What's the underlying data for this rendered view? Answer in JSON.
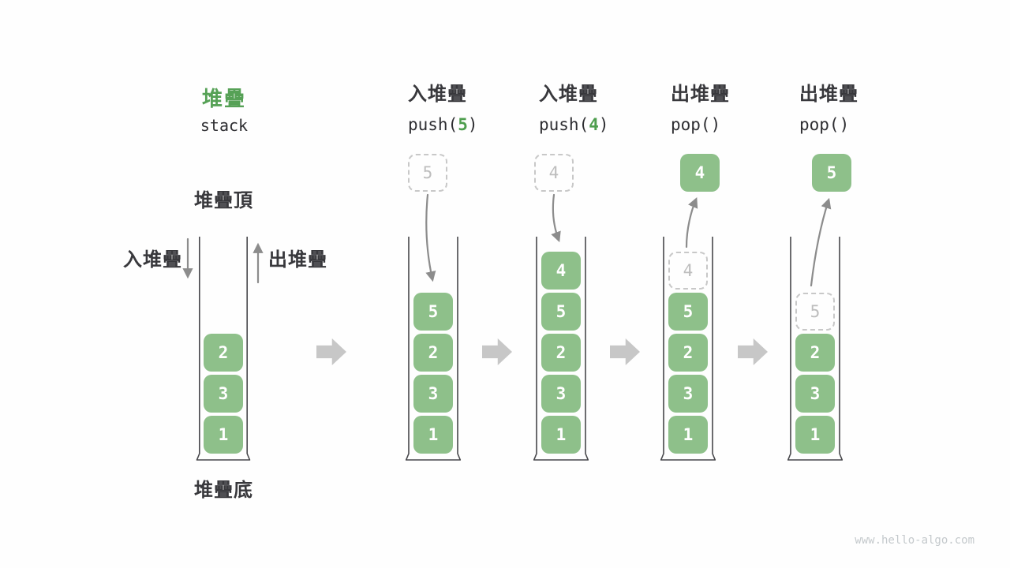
{
  "title": {
    "zh": "堆疊",
    "en": "stack"
  },
  "labels": {
    "stack_top": "堆疊頂",
    "stack_bottom": "堆疊底",
    "push_side": "入堆疊",
    "pop_side": "出堆疊"
  },
  "columns": [
    {
      "id": "initial",
      "title_zh": "堆疊",
      "title_en": "stack",
      "cells": [
        {
          "v": "2"
        },
        {
          "v": "3"
        },
        {
          "v": "1"
        }
      ]
    },
    {
      "id": "push-5",
      "header": "入堆疊",
      "code_pre": "push(",
      "code_arg": "5",
      "code_post": ")",
      "floating": {
        "v": "5",
        "variant": "dashed"
      },
      "cells": [
        {
          "v": "5"
        },
        {
          "v": "2"
        },
        {
          "v": "3"
        },
        {
          "v": "1"
        }
      ]
    },
    {
      "id": "push-4",
      "header": "入堆疊",
      "code_pre": "push(",
      "code_arg": "4",
      "code_post": ")",
      "floating": {
        "v": "4",
        "variant": "dashed"
      },
      "cells": [
        {
          "v": "4"
        },
        {
          "v": "5"
        },
        {
          "v": "2"
        },
        {
          "v": "3"
        },
        {
          "v": "1"
        }
      ]
    },
    {
      "id": "pop-first",
      "header": "出堆疊",
      "code_pre": "pop()",
      "code_arg": "",
      "code_post": "",
      "floating": {
        "v": "4",
        "variant": "solid"
      },
      "ghost": {
        "v": "4"
      },
      "cells": [
        {
          "v": "5"
        },
        {
          "v": "2"
        },
        {
          "v": "3"
        },
        {
          "v": "1"
        }
      ]
    },
    {
      "id": "pop-second",
      "header": "出堆疊",
      "code_pre": "pop()",
      "code_arg": "",
      "code_post": "",
      "floating": {
        "v": "5",
        "variant": "solid"
      },
      "ghost": {
        "v": "5"
      },
      "cells": [
        {
          "v": "2"
        },
        {
          "v": "3"
        },
        {
          "v": "1"
        }
      ]
    }
  ],
  "watermark": "www.hello-algo.com",
  "colors": {
    "accent_green": "#56a156",
    "code_arg_green": "#4e9e4e",
    "box_green": "#8ec08a",
    "thin_arrow_gray": "#8c8c8c",
    "block_arrow_gray": "#c7c7c7",
    "dashed_border_gray": "#c8c8c8",
    "ghost_text_gray": "#bdbdbd",
    "label_dark": "#38383c",
    "container_stroke": "#47474b",
    "watermark_gray": "#c4c9cc"
  }
}
